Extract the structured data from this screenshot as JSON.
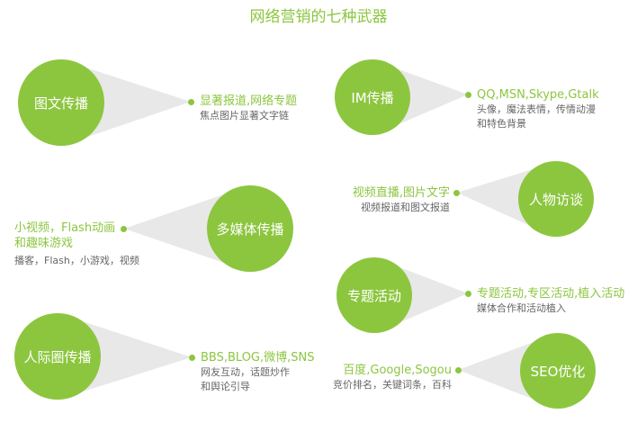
{
  "title": "网络营销的七种武器",
  "colors": {
    "accent": "#8cc63f",
    "cone": "#e8e8e8",
    "sub_text": "#666666"
  },
  "weapons": [
    {
      "name": "图文传播",
      "main": [
        "显著报道,网络专题"
      ],
      "sub": [
        "焦点图片显著文字链"
      ]
    },
    {
      "name": "IM传播",
      "main": [
        "QQ,MSN,Skype,Gtalk"
      ],
      "sub": [
        "头像，魔法表情，传情动漫",
        "和特色背景"
      ]
    },
    {
      "name": "人物访谈",
      "main": [
        "视频直播,图片文字"
      ],
      "sub": [
        "视频报道和图文报道"
      ]
    },
    {
      "name": "多媒体传播",
      "main": [
        "小视频，Flash动画",
        "和趣味游戏"
      ],
      "sub": [
        "播客，Flash，小游戏，视频"
      ]
    },
    {
      "name": "专题活动",
      "main": [
        "专题活动,专区活动,植入活动"
      ],
      "sub": [
        "媒体合作和活动植入"
      ]
    },
    {
      "name": "人际圈传播",
      "main": [
        "BBS,BLOG,微博,SNS"
      ],
      "sub": [
        "网友互动，话题炒作",
        "和舆论引导"
      ]
    },
    {
      "name": "SEO优化",
      "main": [
        "百度,Google,Sogou"
      ],
      "sub": [
        "竞价排名，关键词条，百科"
      ]
    }
  ]
}
